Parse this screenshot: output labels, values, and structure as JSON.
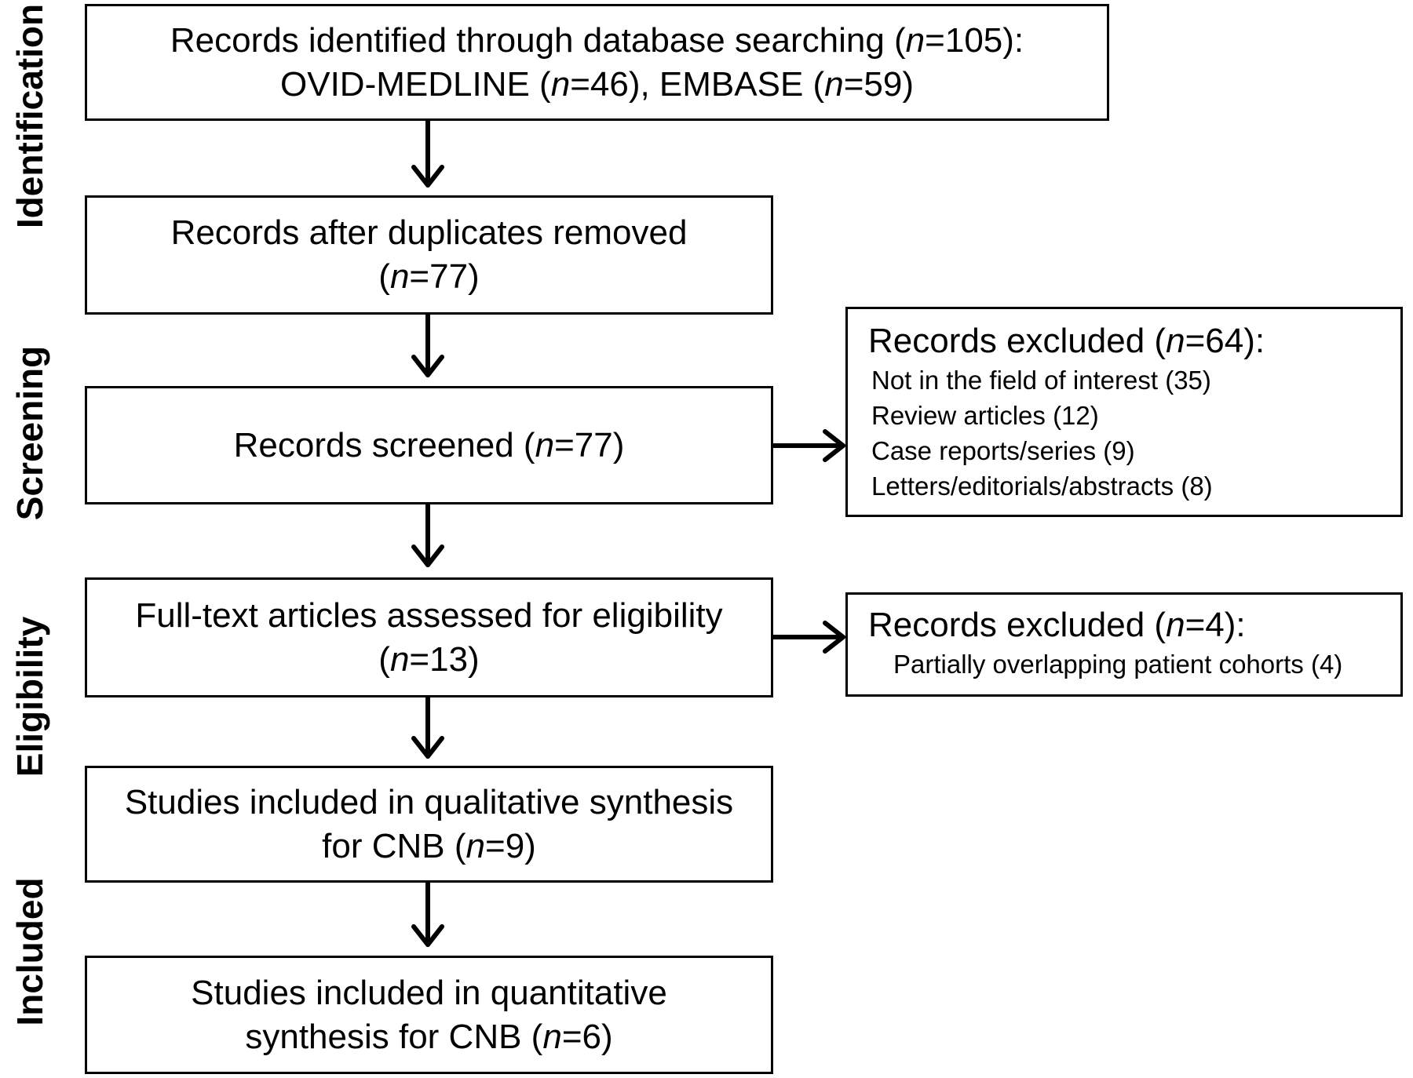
{
  "stages": {
    "identification": "Identification",
    "screening": "Screening",
    "eligibility": "Eligibility",
    "included": "Included"
  },
  "boxes": {
    "identified": {
      "line1_pre": "Records identified through database searching (",
      "n_label": "n",
      "line1_post": "=105):",
      "line2_a": "OVID-MEDLINE (",
      "line2_b": "=46), EMBASE (",
      "line2_c": "=59)"
    },
    "deduplicated": {
      "line1": "Records after duplicates removed",
      "line2_pre": "(",
      "n_label": "n",
      "line2_post": "=77)"
    },
    "screened": {
      "pre": "Records screened (",
      "n_label": "n",
      "post": "=77)"
    },
    "excluded_screening": {
      "head_pre": "Records excluded (",
      "n_label": "n",
      "head_post": "=64):",
      "items": [
        "Not in the field of interest (35)",
        "Review articles (12)",
        "Case reports/series (9)",
        "Letters/editorials/abstracts (8)"
      ]
    },
    "fulltext": {
      "line1": "Full-text articles assessed for eligibility",
      "line2_pre": "(",
      "n_label": "n",
      "line2_post": "=13)"
    },
    "excluded_eligibility": {
      "head_pre": "Records excluded (",
      "n_label": "n",
      "head_post": "=4):",
      "items": [
        "Partially overlapping patient cohorts (4)"
      ]
    },
    "qualitative": {
      "line1": "Studies included in qualitative synthesis",
      "line2_pre": "for CNB (",
      "n_label": "n",
      "line2_post": "=9)"
    },
    "quantitative": {
      "line1": "Studies included in quantitative",
      "line2_pre": "synthesis for CNB (",
      "n_label": "n",
      "line2_post": "=6)"
    }
  }
}
